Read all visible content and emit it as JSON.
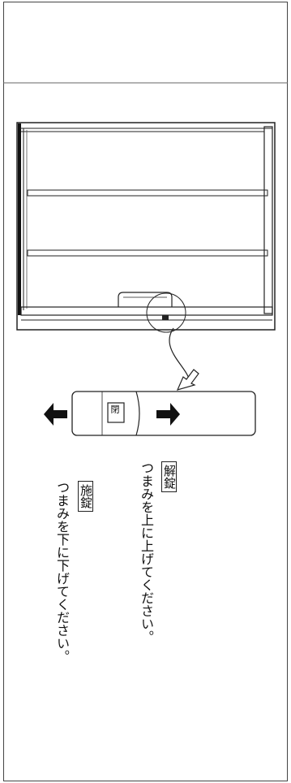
{
  "unlock": {
    "badge": "解錠",
    "instruction": "つまみを上に上げてください。"
  },
  "lock": {
    "badge": "施錠",
    "instruction": "つまみを下に下げてください。"
  },
  "knob_label": "閉"
}
